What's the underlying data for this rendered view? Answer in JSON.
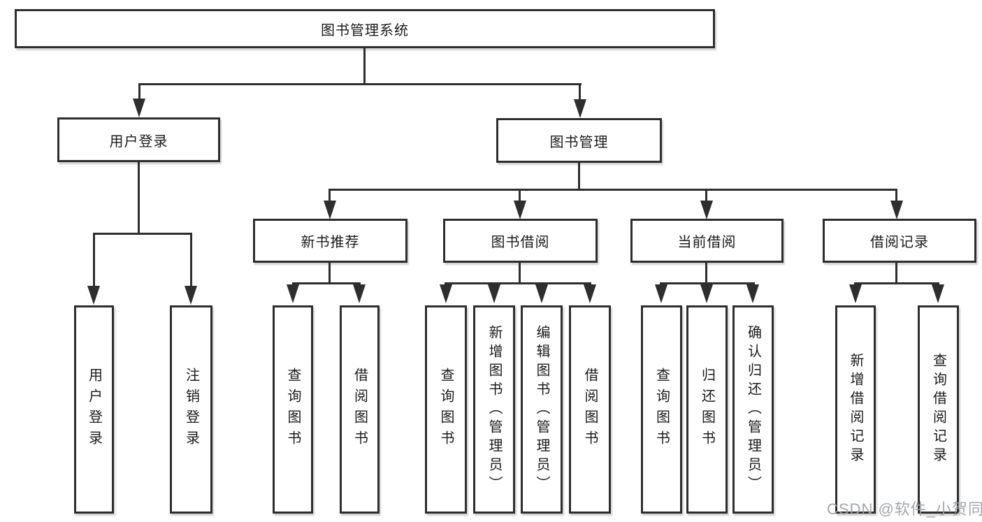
{
  "diagram": {
    "title": "图书管理系统",
    "type": "hierarchy-tree",
    "nodes": {
      "root": "图书管理系统",
      "level2": [
        "用户登录",
        "图书管理"
      ],
      "level3": [
        "新书推荐",
        "图书借阅",
        "当前借阅",
        "借阅记录"
      ],
      "login_children": [
        "用户登录",
        "注销登录"
      ],
      "recommend_children": [
        "查询图书",
        "借阅图书"
      ],
      "borrow_children": [
        "查询图书",
        "新增图书（管理员）",
        "编辑图书（管理员）",
        "借阅图书"
      ],
      "current_children": [
        "查询图书",
        "归还图书",
        "确认归还（管理员）"
      ],
      "records_children": [
        "新增借阅记录",
        "查询借阅记录"
      ]
    },
    "colors": {
      "line": "#2e2e2e",
      "text": "#1b1b1b",
      "background": "#ffffff",
      "watermark": "#9ea3a8"
    }
  },
  "watermark": "CSDN @软件_小贺同学"
}
